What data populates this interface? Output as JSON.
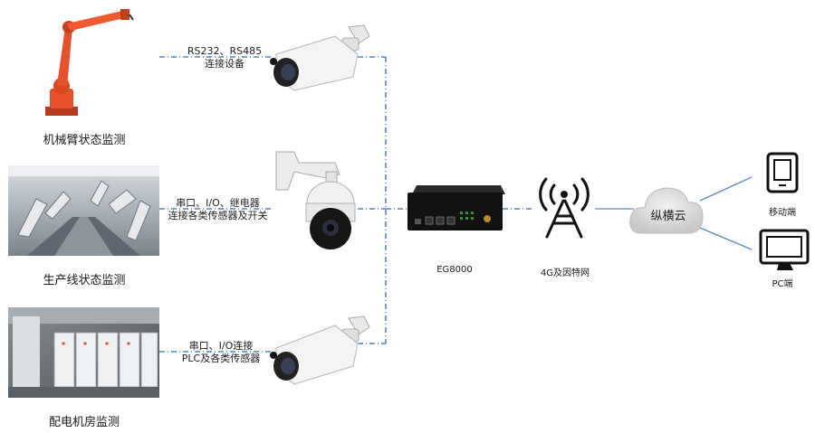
{
  "sources": [
    {
      "caption": "机械臂状态监测",
      "link_line1": "RS232、RS485",
      "link_line2": "连接设备"
    },
    {
      "caption": "生产线状态监测",
      "link_line1": "串口、I/O、继电器",
      "link_line2": "连接各类传感器及开关"
    },
    {
      "caption": "配电机房监测",
      "link_line1": "串口、I/O连接",
      "link_line2": "PLC及各类传感器"
    }
  ],
  "gateway": {
    "label": "EG8000"
  },
  "network": {
    "label": "4G及因特网"
  },
  "cloud": {
    "label": "纵横云"
  },
  "clients": [
    {
      "label": "移动端"
    },
    {
      "label": "PC端"
    }
  ],
  "colors": {
    "link": "#2f6db3",
    "robot": "#e8502a",
    "device": "#1a1a1a"
  }
}
